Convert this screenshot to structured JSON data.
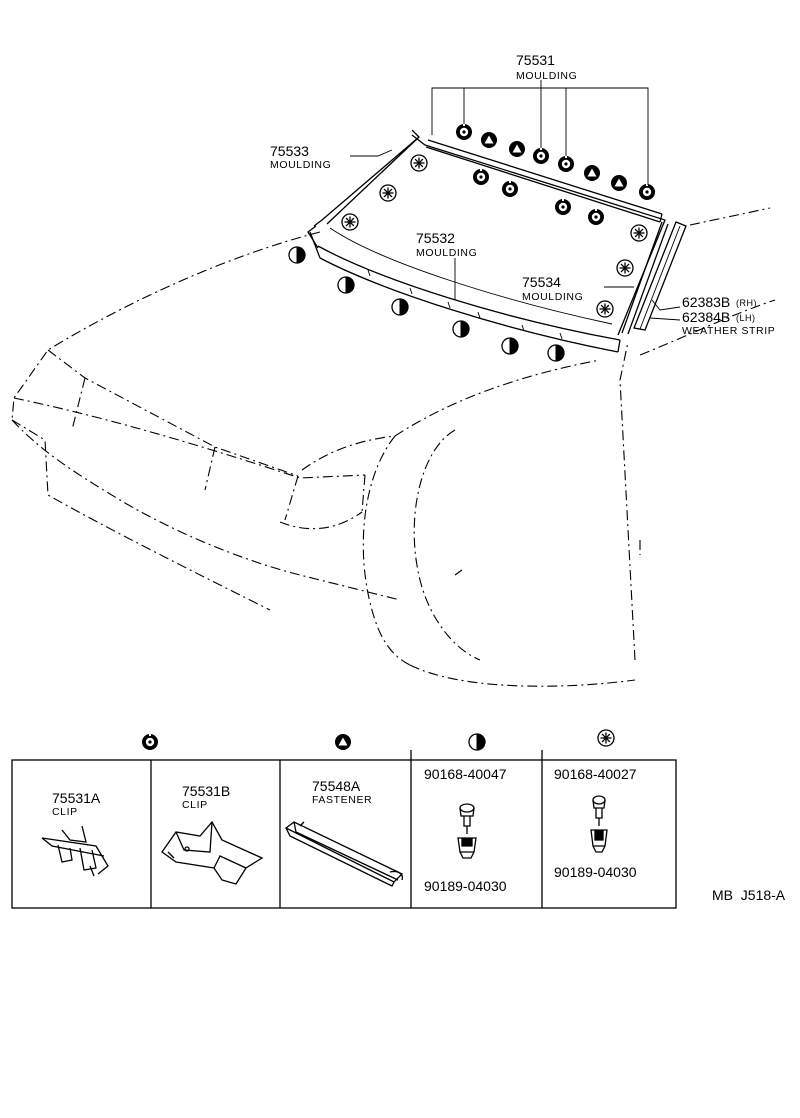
{
  "diagram": {
    "parts": {
      "p75531": {
        "number": "75531",
        "name": "MOULDING"
      },
      "p75533": {
        "number": "75533",
        "name": "MOULDING"
      },
      "p75532": {
        "number": "75532",
        "name": "MOULDING"
      },
      "p75534": {
        "number": "75534",
        "name": "MOULDING"
      },
      "p62383": {
        "number": "62383B",
        "suffix": "(RH)"
      },
      "p62384": {
        "number": "62384B",
        "suffix": "(LH)",
        "name": "WEATHER STRIP"
      }
    },
    "legend": {
      "cells": [
        {
          "number": "75531A",
          "name": "CLIP"
        },
        {
          "number": "75531B",
          "name": "CLIP"
        },
        {
          "number": "75548A",
          "name": "FASTENER"
        },
        {
          "top_number": "90168-40047",
          "bottom_number": "90189-04030"
        },
        {
          "top_number": "90168-40027",
          "bottom_number": "90189-04030"
        }
      ]
    },
    "code": "MB  J518-A"
  }
}
